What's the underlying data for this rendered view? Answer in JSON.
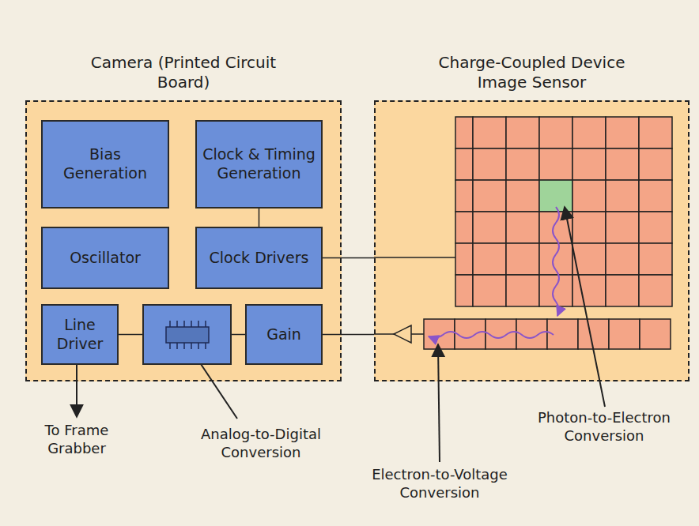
{
  "diagram": {
    "nodes": [
      {
        "text": [
          "Camera (Printed Circuit Board)"
        ]
      },
      {
        "text": [
          "Bias Generation"
        ],
        "in": 0
      },
      {
        "text": [
          "Clock & Timing Generation"
        ],
        "in": 0
      },
      {
        "text": [
          "Oscillator"
        ],
        "in": 0
      },
      {
        "text": [
          "Clock Drivers"
        ],
        "in": 0
      },
      {
        "text": [
          "Line Driver"
        ],
        "in": 0
      },
      {
        "text": [
          "Analog-to-Digital Conversion"
        ],
        "in": 0
      },
      {
        "text": [
          "Gain"
        ],
        "in": 0
      },
      {
        "text": [
          "Charge-Coupled Device Image Sensor"
        ]
      }
    ],
    "edges": [
      {
        "from": 2,
        "to": 4,
        "arrow": "none"
      },
      {
        "from": 4,
        "to": 8,
        "arrow": "none"
      },
      {
        "from": 5,
        "to": 6,
        "arrow": "none"
      },
      {
        "from": 6,
        "to": 7,
        "arrow": "none"
      },
      {
        "from": 7,
        "to": 8,
        "arrow": "none"
      }
    ],
    "labels": [
      "To Frame Grabber",
      "Electron-to-Voltage Conversion",
      "Photon-to-Electron Conversion"
    ]
  }
}
